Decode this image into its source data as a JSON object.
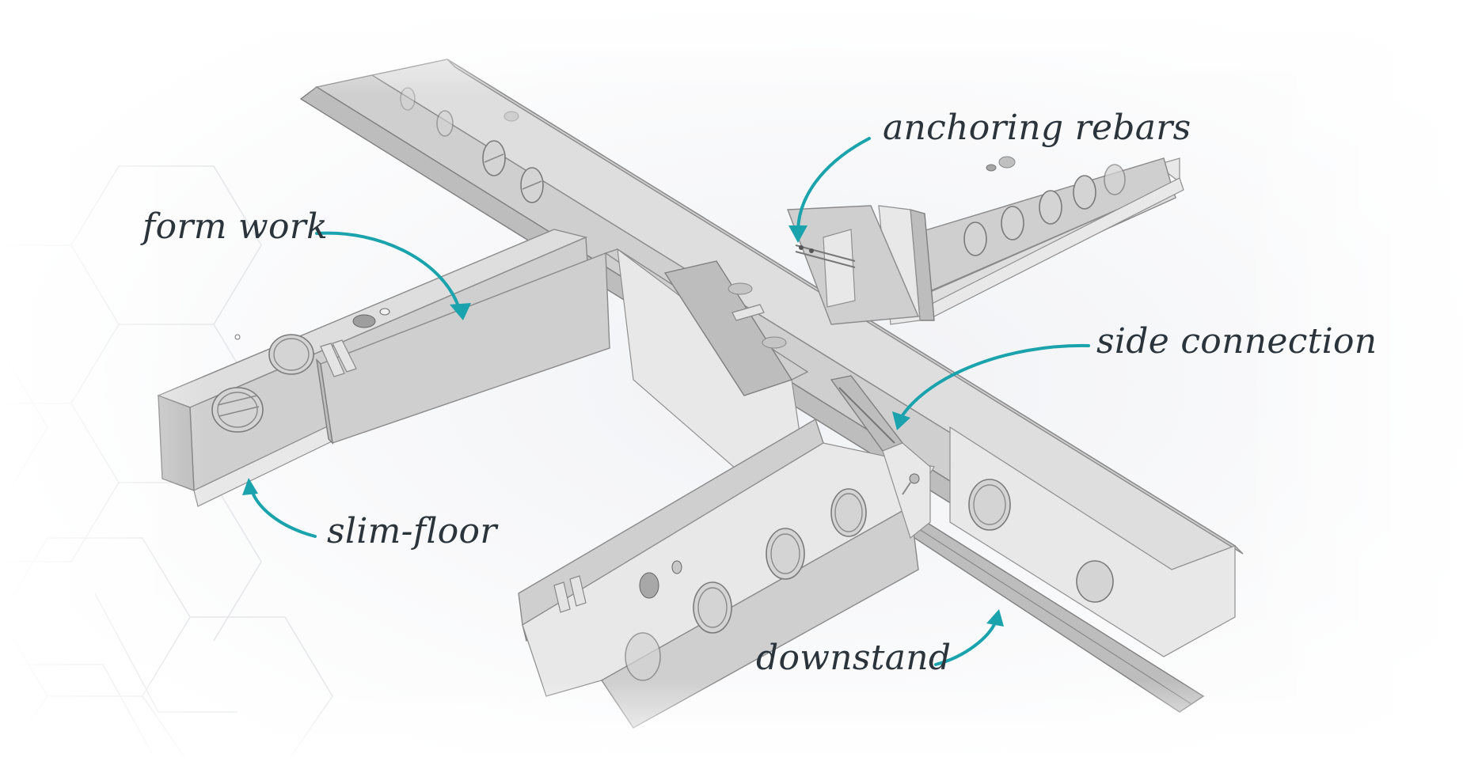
{
  "figure": {
    "subject": "Slim-floor steel beam junction (isometric render)",
    "accent_color": "#1aa3ad",
    "text_color": "#2b333b",
    "labels": [
      {
        "id": "form-work",
        "text": "form work"
      },
      {
        "id": "anchoring-rebars",
        "text": "anchoring rebars"
      },
      {
        "id": "side-connection",
        "text": "side connection"
      },
      {
        "id": "slim-floor",
        "text": "slim-floor"
      },
      {
        "id": "downstand",
        "text": "downstand"
      }
    ]
  }
}
